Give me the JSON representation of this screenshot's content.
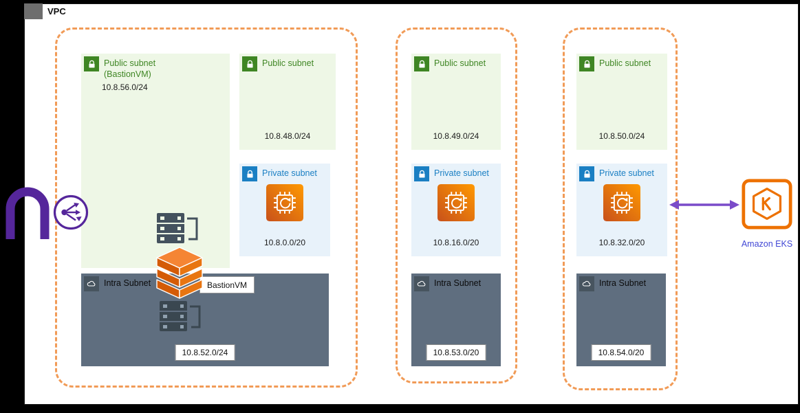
{
  "vpc": {
    "label": "VPC"
  },
  "az1": {
    "public_bastion": {
      "title": "Public subnet (BastionVM)",
      "cidr": "10.8.56.0/24"
    },
    "public": {
      "title": "Public subnet",
      "cidr": "10.8.48.0/24"
    },
    "private": {
      "title": "Private subnet",
      "cidr": "10.8.0.0/20"
    },
    "intra": {
      "title": "Intra Subnet",
      "cidr": "10.8.52.0/24",
      "vm_label": "BastionVM"
    }
  },
  "az2": {
    "public": {
      "title": "Public subnet",
      "cidr": "10.8.49.0/24"
    },
    "private": {
      "title": "Private subnet",
      "cidr": "10.8.16.0/20"
    },
    "intra": {
      "title": "Intra Subnet",
      "cidr": "10.8.53.0/20"
    }
  },
  "az3": {
    "public": {
      "title": "Public subnet",
      "cidr": "10.8.50.0/24"
    },
    "private": {
      "title": "Private subnet",
      "cidr": "10.8.32.0/20"
    },
    "intra": {
      "title": "Intra Subnet",
      "cidr": "10.8.54.0/20"
    }
  },
  "eks": {
    "label": "Amazon EKS"
  },
  "icons": {
    "vpc": "vpc-icon",
    "public_subnet": "padlock-icon",
    "private_subnet": "padlock-icon",
    "intra_subnet": "cloud-icon",
    "compute": "compute-chip-icon",
    "server": "server-rack-icon",
    "stack": "instance-stack-icon",
    "eks": "eks-hexagon-icon",
    "magnet": "magnet-icon",
    "balancer": "load-balancer-icon",
    "link": "double-arrow-icon"
  },
  "colors": {
    "az_dash": "#f19b57",
    "public_green": "#3f8624",
    "public_bg": "#eef7e6",
    "private_blue": "#1a7fc3",
    "private_bg": "#e8f2fa",
    "intra_bg": "#5f6e7f",
    "intra_icon_bg": "#47545f",
    "aws_orange": "#ed7100",
    "eks_label_blue": "#4147d5",
    "arrow_purple": "#7a4bc9",
    "network_purple": "#55269b"
  }
}
